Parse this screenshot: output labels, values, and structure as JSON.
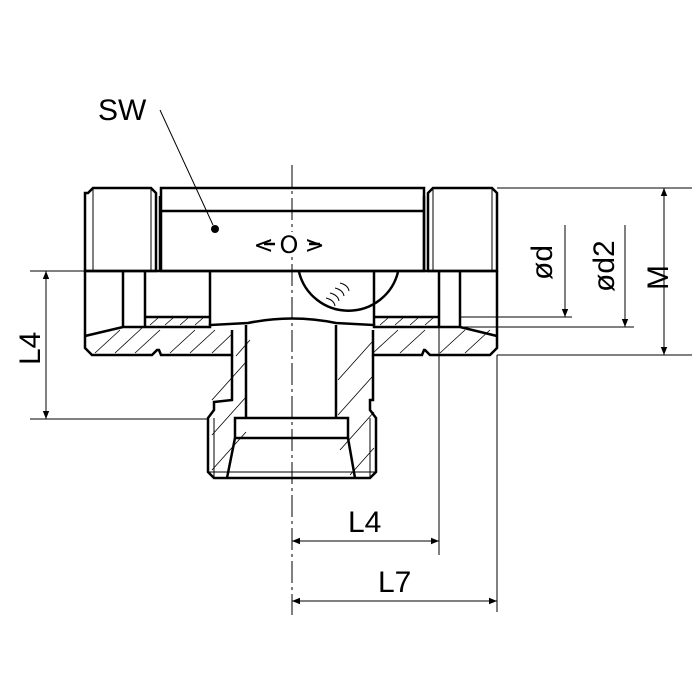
{
  "labels": {
    "sw": "SW",
    "l4_left": "L4",
    "od": "ød",
    "od2": "ød2",
    "m": "M",
    "l4_bottom": "L4",
    "l7": "L7",
    "flow_symbol": "<O>"
  }
}
